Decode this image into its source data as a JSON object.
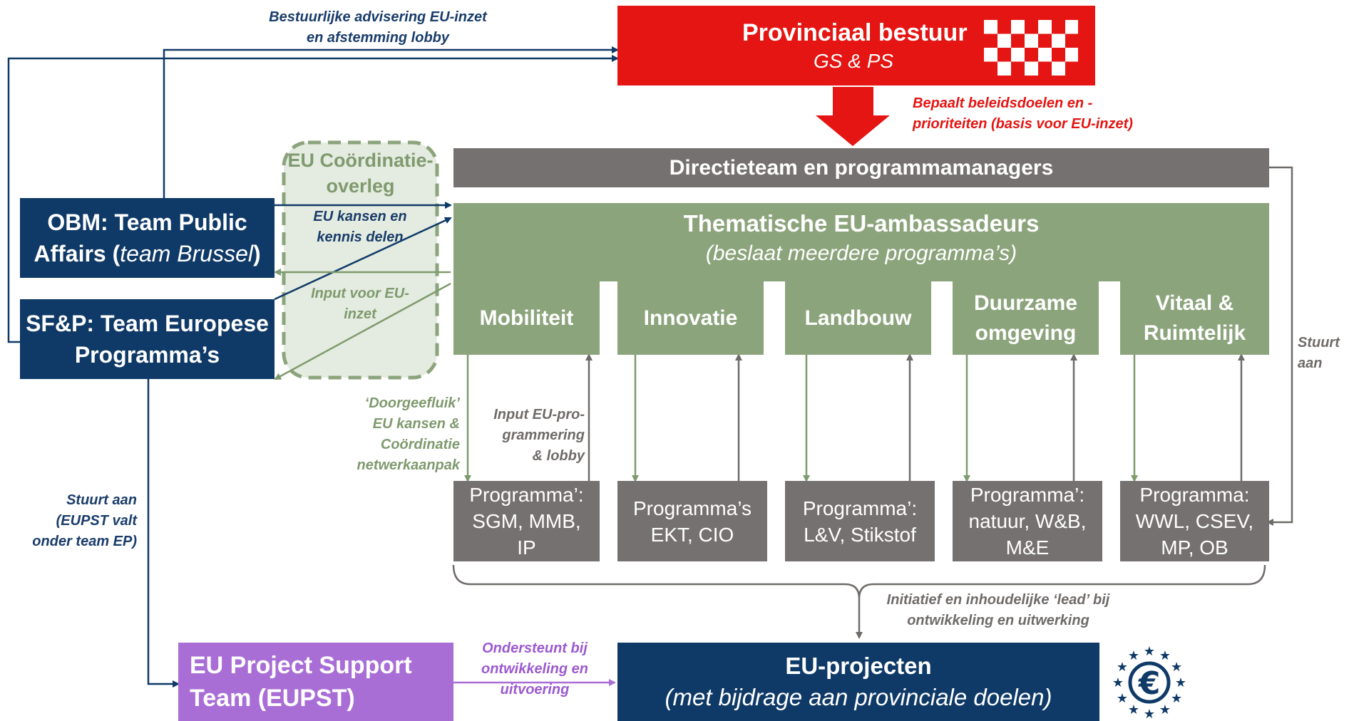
{
  "provinciaal": {
    "title": "Provinciaal bestuur",
    "subtitle": "GS & PS"
  },
  "directieteam": "Directieteam en programmamanagers",
  "ambassadeurs": {
    "title": "Thematische EU-ambassadeurs",
    "subtitle": "(beslaat meerdere programma’s)"
  },
  "themes": [
    {
      "label": "Mobiliteit"
    },
    {
      "label": "Innovatie"
    },
    {
      "label": "Landbouw"
    },
    {
      "label": "Duurzame omgeving"
    },
    {
      "label": "Vitaal & Ruimtelijk"
    }
  ],
  "programmas": [
    {
      "label": "Programma’: SGM, MMB, IP"
    },
    {
      "label": "Programma’s EKT, CIO"
    },
    {
      "label": "Programma’: L&V, Stikstof"
    },
    {
      "label": "Programma’: natuur, W&B, M&E"
    },
    {
      "label": "Programma: WWL, CSEV, MP, OB"
    }
  ],
  "obm": {
    "line1": "OBM: Team Public",
    "line2a": "Affairs (",
    "line2b": "team Brussel",
    "line2c": ")"
  },
  "sfp": {
    "line1": "SF&P: Team Europese",
    "line2": "Programma’s"
  },
  "coordinatie": {
    "line1": "EU Coördinatie-",
    "line2": "overleg"
  },
  "eupst": {
    "line1": "EU Project Support",
    "line2": "Team (EUPST)"
  },
  "euprojecten": {
    "title": "EU-projecten",
    "subtitle": "(met bijdrage aan provinciale doelen)"
  },
  "labels": {
    "advisering": [
      "Bestuurlijke advisering EU-inzet",
      "en afstemming lobby"
    ],
    "beleidsdoelen": [
      "Bepaalt beleidsdoelen en -",
      "prioriteiten (basis voor EU-inzet)"
    ],
    "kansen": [
      "EU kansen en",
      "kennis delen"
    ],
    "input": [
      "Input voor EU-",
      "inzet"
    ],
    "doorgeefluik": [
      "‘Doorgeefluik’",
      "EU kansen &",
      "Coördinatie",
      "netwerkaanpak"
    ],
    "input_programmering": [
      "Input EU-pro-",
      "grammering",
      "& lobby"
    ],
    "stuurt_right": [
      "Stuurt",
      "aan"
    ],
    "stuurt_left": [
      "Stuurt aan",
      "(EUPST valt",
      "onder team EP)"
    ],
    "initiatief": [
      "Initiatief en inhoudelijke ‘lead’ bij",
      "ontwikkeling en uitwerking"
    ],
    "ondersteunt": [
      "Ondersteunt bij",
      "ontwikkeling en",
      "uitvoering"
    ]
  },
  "colors": {
    "navy": "#0f3a67",
    "green": "#8ca47c",
    "grey": "#757170",
    "red": "#e41512",
    "purple": "#a96dd6",
    "label_navy": "#1a3d6b",
    "label_red": "#e41512",
    "label_green": "#7f9a6e",
    "label_grey": "#6f6b69",
    "label_purple": "#9b59d0"
  },
  "icons": [
    "checkered-flag-icon",
    "euro-stars-icon"
  ]
}
